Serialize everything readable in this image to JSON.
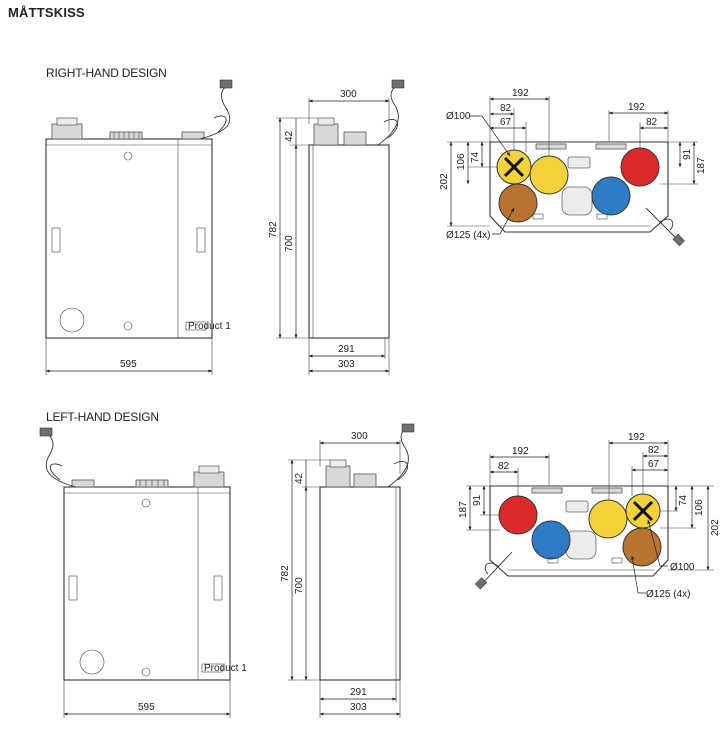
{
  "title": "MÅTTSKISS",
  "right_hand": {
    "title": "RIGHT-HAND DESIGN",
    "front": {
      "width": "595",
      "label": "Product 1"
    },
    "side": {
      "top": "300",
      "height_total": "782",
      "height_body": "700",
      "top_offset": "42",
      "depth_body": "291",
      "depth_total": "303"
    },
    "top_view": {
      "d192a": "192",
      "d82a": "82",
      "d67": "67",
      "d192b": "192",
      "d82b": "82",
      "dia100": "Ø100",
      "h106": "106",
      "h74": "74",
      "h202": "202",
      "h91": "91",
      "h187": "187",
      "dia125": "Ø125 (4x)"
    }
  },
  "left_hand": {
    "title": "LEFT-HAND DESIGN",
    "front": {
      "width": "595",
      "label": "Product 1"
    },
    "side": {
      "top": "300",
      "height_total": "782",
      "height_body": "700",
      "top_offset": "42",
      "depth_body": "291",
      "depth_total": "303"
    },
    "top_view": {
      "d192a": "192",
      "d82a": "82",
      "d192b": "192",
      "d82b": "82",
      "d67": "67",
      "h187": "187",
      "h91": "91",
      "h74": "74",
      "h106": "106",
      "h202": "202",
      "dia100": "Ø100",
      "dia125": "Ø125 (4x)"
    }
  },
  "colors": {
    "yellow": "#f3d23a",
    "brown": "#b87330",
    "red": "#dc2a2a",
    "blue": "#2f7cc6"
  },
  "icons": [
    "power-cord-icon",
    "x-mark-icon",
    "arrow-icon"
  ]
}
